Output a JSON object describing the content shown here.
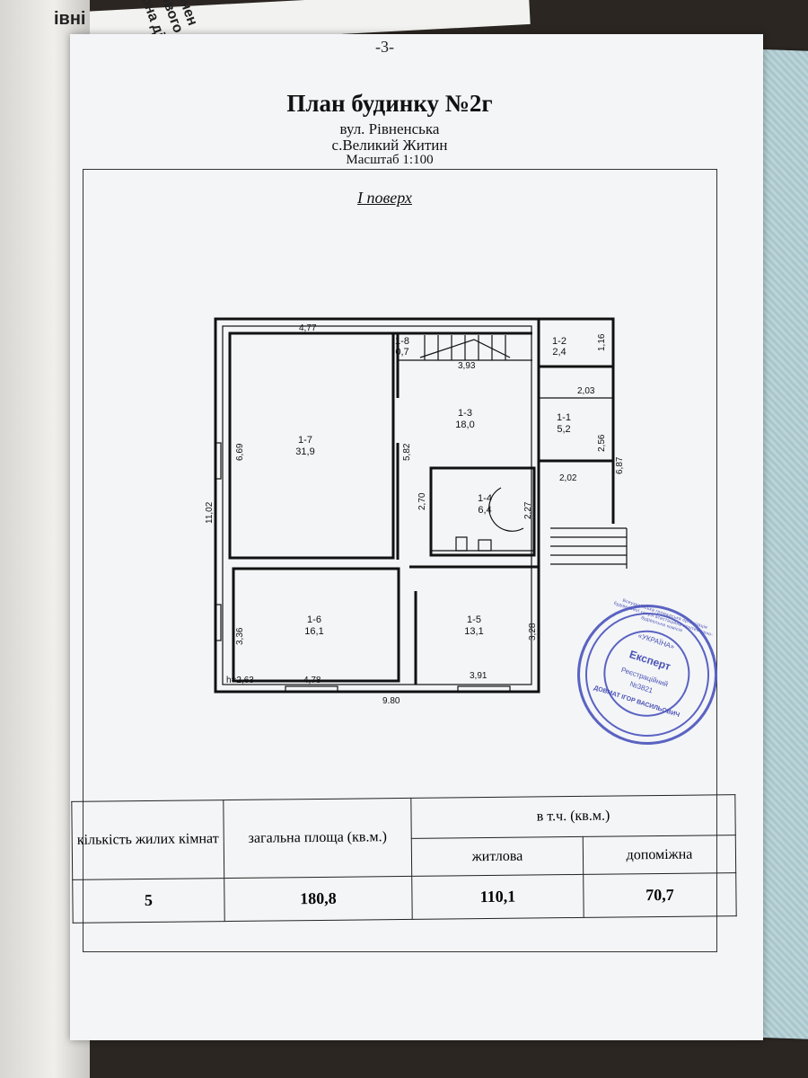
{
  "page_number": "-3-",
  "title": "План будинку №2г",
  "street": "вул. Рівненська",
  "village": "с.Великий Житин",
  "scale": "Масштаб  1:100",
  "floor": "І поверх",
  "rooms": [
    {
      "id": "1-7",
      "area": "31,9"
    },
    {
      "id": "1-8",
      "area": "0,7"
    },
    {
      "id": "1-3",
      "area": "18,0"
    },
    {
      "id": "1-2",
      "area": "2,4"
    },
    {
      "id": "1-1",
      "area": "5,2"
    },
    {
      "id": "1-4",
      "area": "6,4"
    },
    {
      "id": "1-6",
      "area": "16,1"
    },
    {
      "id": "1-5",
      "area": "13,1"
    }
  ],
  "dimensions": {
    "d477": "4,77",
    "d393": "3,93",
    "d203": "2,03",
    "d116": "1,16",
    "d256": "2,56",
    "d687": "6,87",
    "d202": "2,02",
    "d669": "6,69",
    "d582": "5,82",
    "d270": "2,70",
    "d227": "2,27",
    "d1102": "11,02",
    "d336": "3,36",
    "d328": "3,28",
    "h263": "h=2,63",
    "d478": "4,78",
    "d391": "3,91",
    "d980": "9,80"
  },
  "stamp": {
    "country": "«УКРАЇНА»",
    "title": "Експерт",
    "reg": "Реєстраційний",
    "number": "№3821",
    "name": "ДОВМАТ ІГОР ВАСИЛЬОВИЧ",
    "ring": "Всеукраїнська громадська організація будівельної галузі атестаційна архітектурно-будівельна комісія"
  },
  "table": {
    "col1_header": "кількість жилих кімнат",
    "col2_header": "загальна площа (кв.м.)",
    "col3_header": "в т.ч. (кв.м.)",
    "sub_living": "житлова",
    "sub_aux": "допоміжна",
    "rooms_count": "5",
    "total_area": "180,8",
    "living_area": "110,1",
    "aux_area": "70,7"
  },
  "left_fragments": [
    "ачен",
    "ового",
    "она ді",
    "івні"
  ]
}
